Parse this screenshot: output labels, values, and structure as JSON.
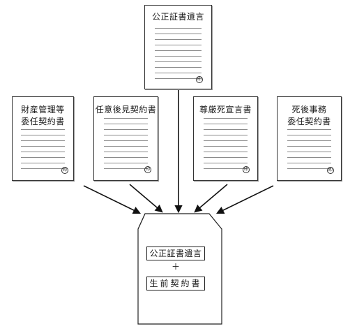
{
  "documents": {
    "top": {
      "title": "公正証書遺言"
    },
    "doc1": {
      "title": "財産管理等\n委任契約書"
    },
    "doc2": {
      "title": "任意後見契約書"
    },
    "doc3": {
      "title": "尊厳死宣言書"
    },
    "doc4": {
      "title": "死後事務\n委任契約書"
    }
  },
  "seal": {
    "label": "印"
  },
  "envelope": {
    "line1": "公正証書遺言",
    "plus": "＋",
    "line2": "生前契約書"
  }
}
